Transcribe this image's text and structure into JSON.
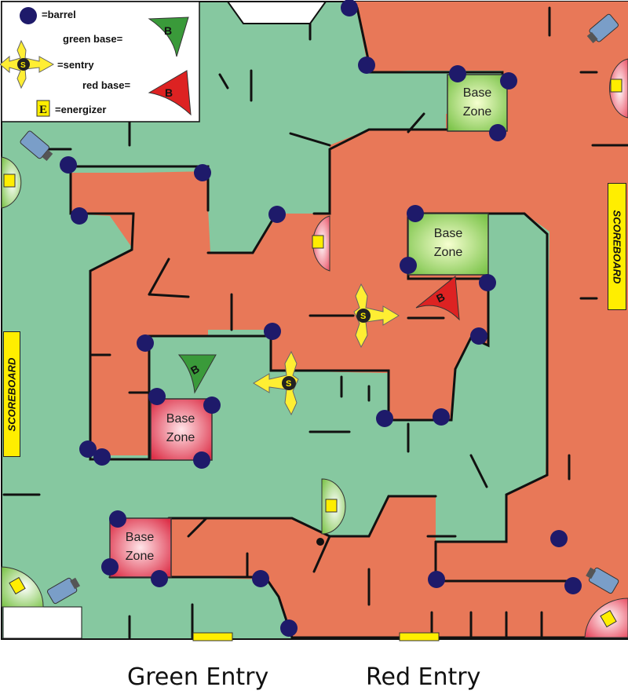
{
  "colors": {
    "green_area": "#86c8a0",
    "red_area": "#e87858",
    "wall": "#111111",
    "barrel": "#1e1a6a",
    "green_zone": "#8fd05a",
    "red_zone": "#e8445a",
    "scoreboard": "#ffee00",
    "sentry": "#ffee33",
    "energizer": "#ffee00"
  },
  "legend": {
    "barrel": "=barrel",
    "green_base": "green base=",
    "sentry": "=sentry",
    "red_base": "red base=",
    "energizer": "=energizer",
    "base_letter": "B",
    "sentry_letter": "S",
    "energizer_letter": "E"
  },
  "scoreboards": {
    "right": "SCOREBOARD",
    "left": "SCOREBOARD"
  },
  "base_zones": {
    "green_top": [
      "Base",
      "Zone"
    ],
    "green_mid": [
      "Base",
      "Zone"
    ],
    "red_mid": [
      "Base",
      "Zone"
    ],
    "red_bottom": [
      "Base",
      "Zone"
    ]
  },
  "entries": {
    "green": "Green Entry",
    "red": "Red Entry"
  },
  "icons": {
    "barrel": "barrel-icon",
    "sentry": "sentry-icon",
    "energizer": "energizer-icon",
    "camera": "camera-icon",
    "green_base": "green-base-icon",
    "red_base": "red-base-icon"
  }
}
